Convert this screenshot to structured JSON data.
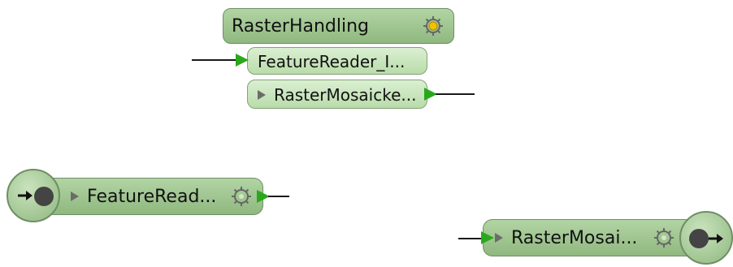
{
  "group": {
    "title": "RasterHandling",
    "input_port_label": "FeatureReader_I...",
    "output_port_label": "RasterMosaicke..."
  },
  "nodes": {
    "feature_reader_label": "FeatureRead...",
    "raster_mosaicker_label": "RasterMosai..."
  },
  "icons": {
    "gear": "gear-icon",
    "input_arrow": "green-arrow-icon",
    "port_play": "play-icon"
  },
  "colors": {
    "node_fill": "#9fc891",
    "node_border": "#6f8f64",
    "port_fill": "#c9e7bd",
    "connector_green": "#2aa81c",
    "gear_center": "#f2c200"
  }
}
